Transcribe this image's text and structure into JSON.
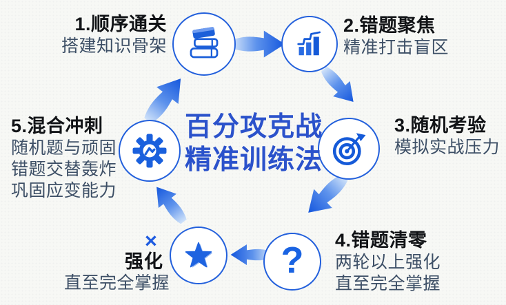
{
  "center_title": {
    "line1": "百分攻克战",
    "line2": "精准训练法"
  },
  "steps": [
    {
      "title": "1.顺序通关",
      "icon": "books-icon",
      "desc": [
        "搭建知识骨架"
      ]
    },
    {
      "title": "2.错题聚焦",
      "icon": "bar-chart-icon",
      "desc": [
        "精准打击盲区"
      ]
    },
    {
      "title": "3.随机考验",
      "icon": "target-icon",
      "desc": [
        "模拟实战压力"
      ]
    },
    {
      "title": "4.错题清零",
      "icon": "question-icon",
      "desc": [
        "两轮以上强化",
        "直至完全掌握"
      ]
    },
    {
      "title": "5.混合冲刺",
      "icon": "gear-icon",
      "desc": [
        "随机题与顽固",
        "错题交替轰炸",
        "巩固应变能力"
      ]
    }
  ],
  "star_note": {
    "mark": "×",
    "title": "强化",
    "desc": "直至完全掌握"
  },
  "icons": {
    "question_glyph": "?"
  },
  "colors": {
    "background": "#f7f8f5",
    "accent_blue": "#1b5fd9",
    "circle_border": "#2360dc",
    "center_title_blue": "#2b52cb",
    "step_title_text": "#111316",
    "desc_text": "#3d4f66",
    "arrow_gradient_light": "#cfe2fa",
    "arrow_gradient_dark": "#1557dd"
  }
}
